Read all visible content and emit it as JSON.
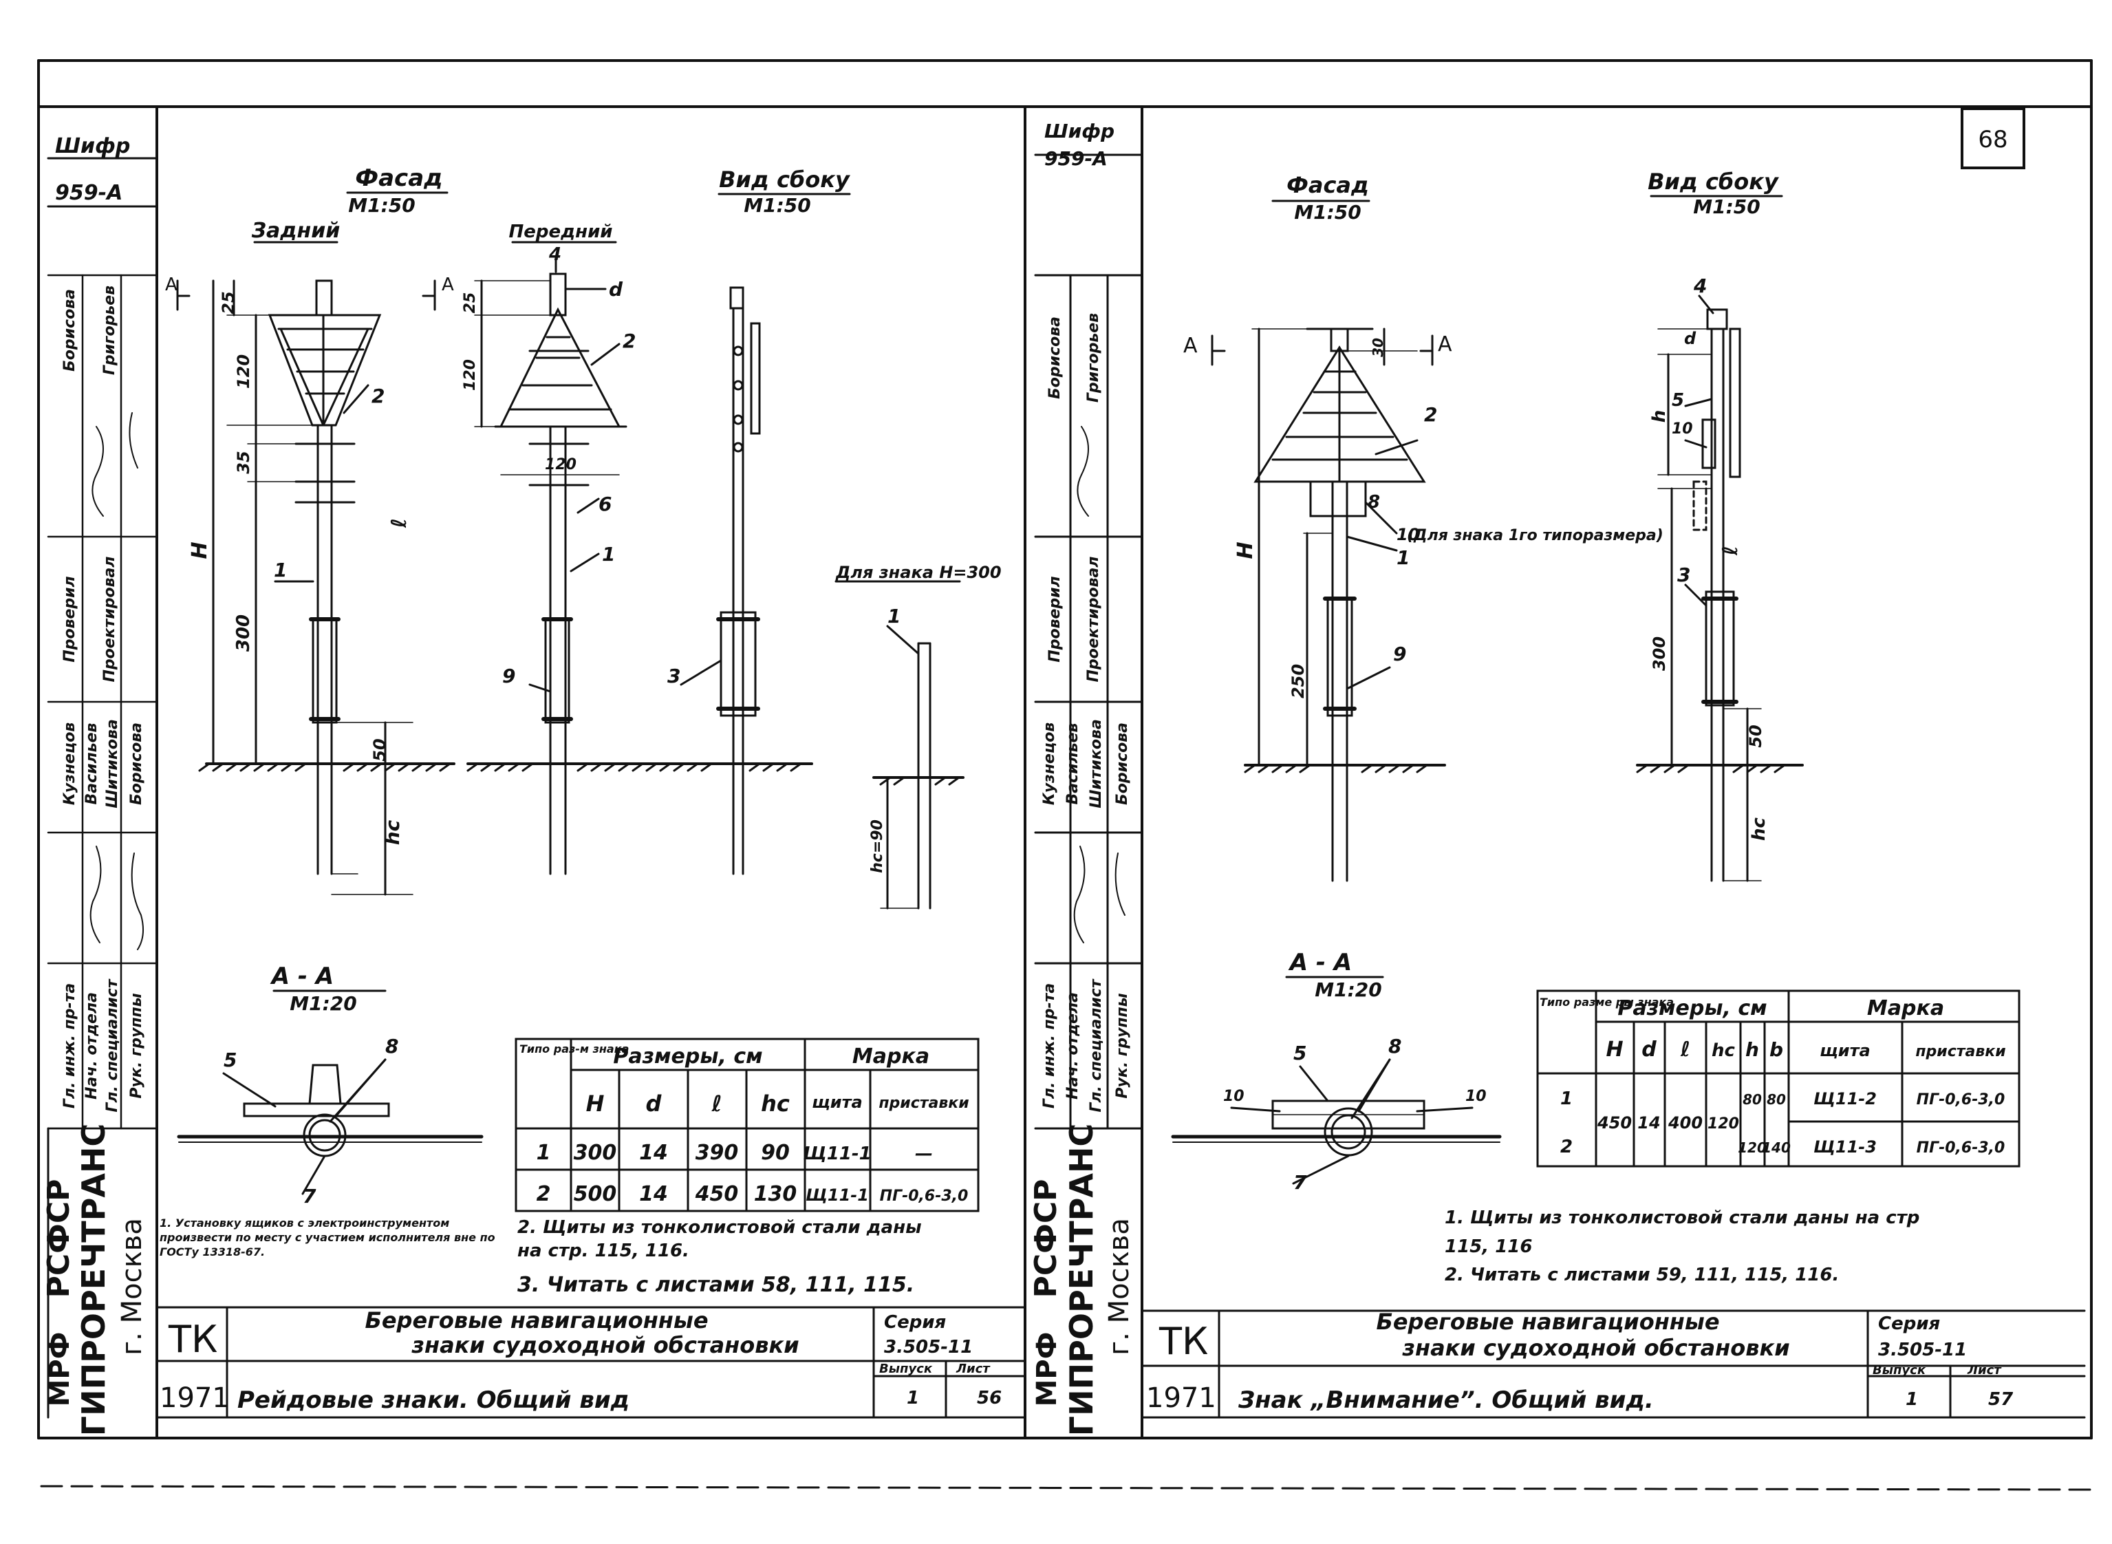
{
  "page_number": "68",
  "left_sheet": {
    "cipher_label": "Шифр",
    "cipher_value": "959-А",
    "view_facade": "Фасад",
    "scale_facade": "М1:50",
    "view_rear": "Задний",
    "view_front": "Передний",
    "view_side": "Вид сбоку",
    "scale_side": "М1:50",
    "note_h300": "Для знака Н=300",
    "hc90": "hc=90",
    "section_title": "А - А",
    "section_scale": "М1:20",
    "section_marker": "А",
    "dim_labels": {
      "d": "d",
      "H": "H",
      "l": "ℓ",
      "hc": "hc",
      "d25": "25",
      "d120": "120",
      "d35": "35",
      "d300": "300",
      "d50": "50",
      "d120w": "120"
    },
    "callouts": [
      "1",
      "2",
      "4",
      "6",
      "1",
      "9",
      "3",
      "1",
      "5",
      "8",
      "7"
    ],
    "table": {
      "col_type": "Типо раз-м знака",
      "group_dims": "Размеры, см",
      "group_mark": "Марка",
      "headers": [
        "H",
        "d",
        "ℓ",
        "hc",
        "щита",
        "приставки"
      ],
      "rows": [
        [
          "1",
          "300",
          "14",
          "390",
          "90",
          "Щ11-1",
          "—"
        ],
        [
          "2",
          "500",
          "14",
          "450",
          "130",
          "Щ11-1",
          "ПГ-0,6-3,0"
        ]
      ]
    },
    "notes": [
      "1. Установку ящиков с электроинструментом произвести по месту с участием исполнителя вне по ГОСТу 13318-67.",
      "2. Щиты из тонколистовой стали даны на стр. 115, 116.",
      "3. Читать с листами 58, 111, 115."
    ],
    "stamp": {
      "org1": "РСФСР",
      "org2": "МРФ",
      "org3": "ГИПРОРЕЧТРАНС",
      "city": "г. Москва",
      "tk": "ТК",
      "year": "1971",
      "title_line1": "Береговые навигационные",
      "title_line2": "знаки судоходной обстановки",
      "title_sheet": "Рейдовые знаки. Общий вид",
      "series_label": "Серия",
      "series_value": "3.505-11",
      "issue_label": "Выпуск",
      "issue_value": "1",
      "sheet_label": "Лист",
      "sheet_value": "56"
    },
    "side_roles": [
      "Проверил",
      "Проектировал",
      "Гл. инж. пр-та",
      "Нач. отдела",
      "Гл. специалист",
      "Рук. группы"
    ],
    "side_names": [
      "Борисова",
      "Григорьев",
      "Кузнецов",
      "Васильев",
      "Шитикова",
      "Борисова"
    ]
  },
  "right_sheet": {
    "cipher_label": "Шифр",
    "cipher_value": "959-А",
    "view_facade": "Фасад",
    "scale_facade": "М1:50",
    "view_side": "Вид сбоку",
    "scale_side": "М1:50",
    "section_title": "А - А",
    "section_scale": "М1:20",
    "section_marker": "А",
    "note_size": "(Для знака 1го типоразмера)",
    "dim_labels": {
      "H": "H",
      "d": "d",
      "h": "h",
      "l": "ℓ",
      "hc": "hc",
      "d300": "300",
      "d50": "50",
      "d30": "30",
      "d250": "250",
      "d10": "10"
    },
    "callouts": [
      "2",
      "8",
      "10",
      "1",
      "9",
      "4",
      "5",
      "10",
      "3",
      "5",
      "8",
      "10",
      "10",
      "7"
    ],
    "table": {
      "col_type": "Типо разме ры знака",
      "group_dims": "Размеры, см",
      "group_mark": "Марка",
      "headers": [
        "H",
        "d",
        "ℓ",
        "hc",
        "h",
        "b",
        "щита",
        "приставки"
      ],
      "rows": [
        [
          "1",
          "450",
          "14",
          "400",
          "120",
          "80",
          "80",
          "Щ11-2",
          "ПГ-0,6-3,0"
        ],
        [
          "2",
          "",
          "",
          "",
          "",
          "120",
          "140",
          "Щ11-3",
          "ПГ-0,6-3,0"
        ]
      ]
    },
    "notes": [
      "1. Щиты из тонколистовой стали даны на стр 115, 116",
      "2. Читать с листами 59, 111, 115, 116."
    ],
    "stamp": {
      "org1": "РСФСР",
      "org2": "МРФ",
      "org3": "ГИПРОРЕЧТРАНС",
      "city": "г. Москва",
      "tk": "ТК",
      "year": "1971",
      "title_line1": "Береговые навигационные",
      "title_line2": "знаки судоходной обстановки",
      "title_sheet": "Знак „Внимание”. Общий вид.",
      "series_label": "Серия",
      "series_value": "3.505-11",
      "issue_label": "Выпуск",
      "issue_value": "1",
      "sheet_label": "Лист",
      "sheet_value": "57"
    },
    "side_roles": [
      "Проверил",
      "Проектировал",
      "Гл. инж. пр-та",
      "Нач. отдела",
      "Гл. специалист",
      "Рук. группы"
    ],
    "side_names": [
      "Борисова",
      "Григорьев",
      "Кузнецов",
      "Васильев",
      "Шитикова",
      "Борисова"
    ]
  }
}
